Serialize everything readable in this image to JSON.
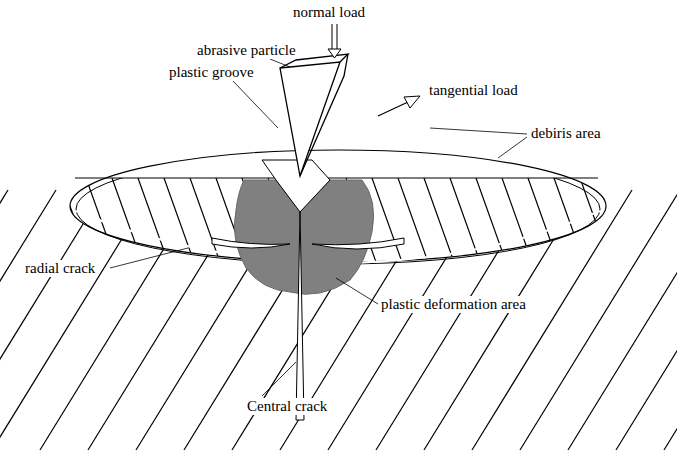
{
  "diagram": {
    "labels": [
      "normal load",
      "abrasive particle",
      "plastic groove",
      "tangential load",
      "debiris area",
      "radial crack",
      "plastic deformation area",
      "Central crack"
    ]
  }
}
